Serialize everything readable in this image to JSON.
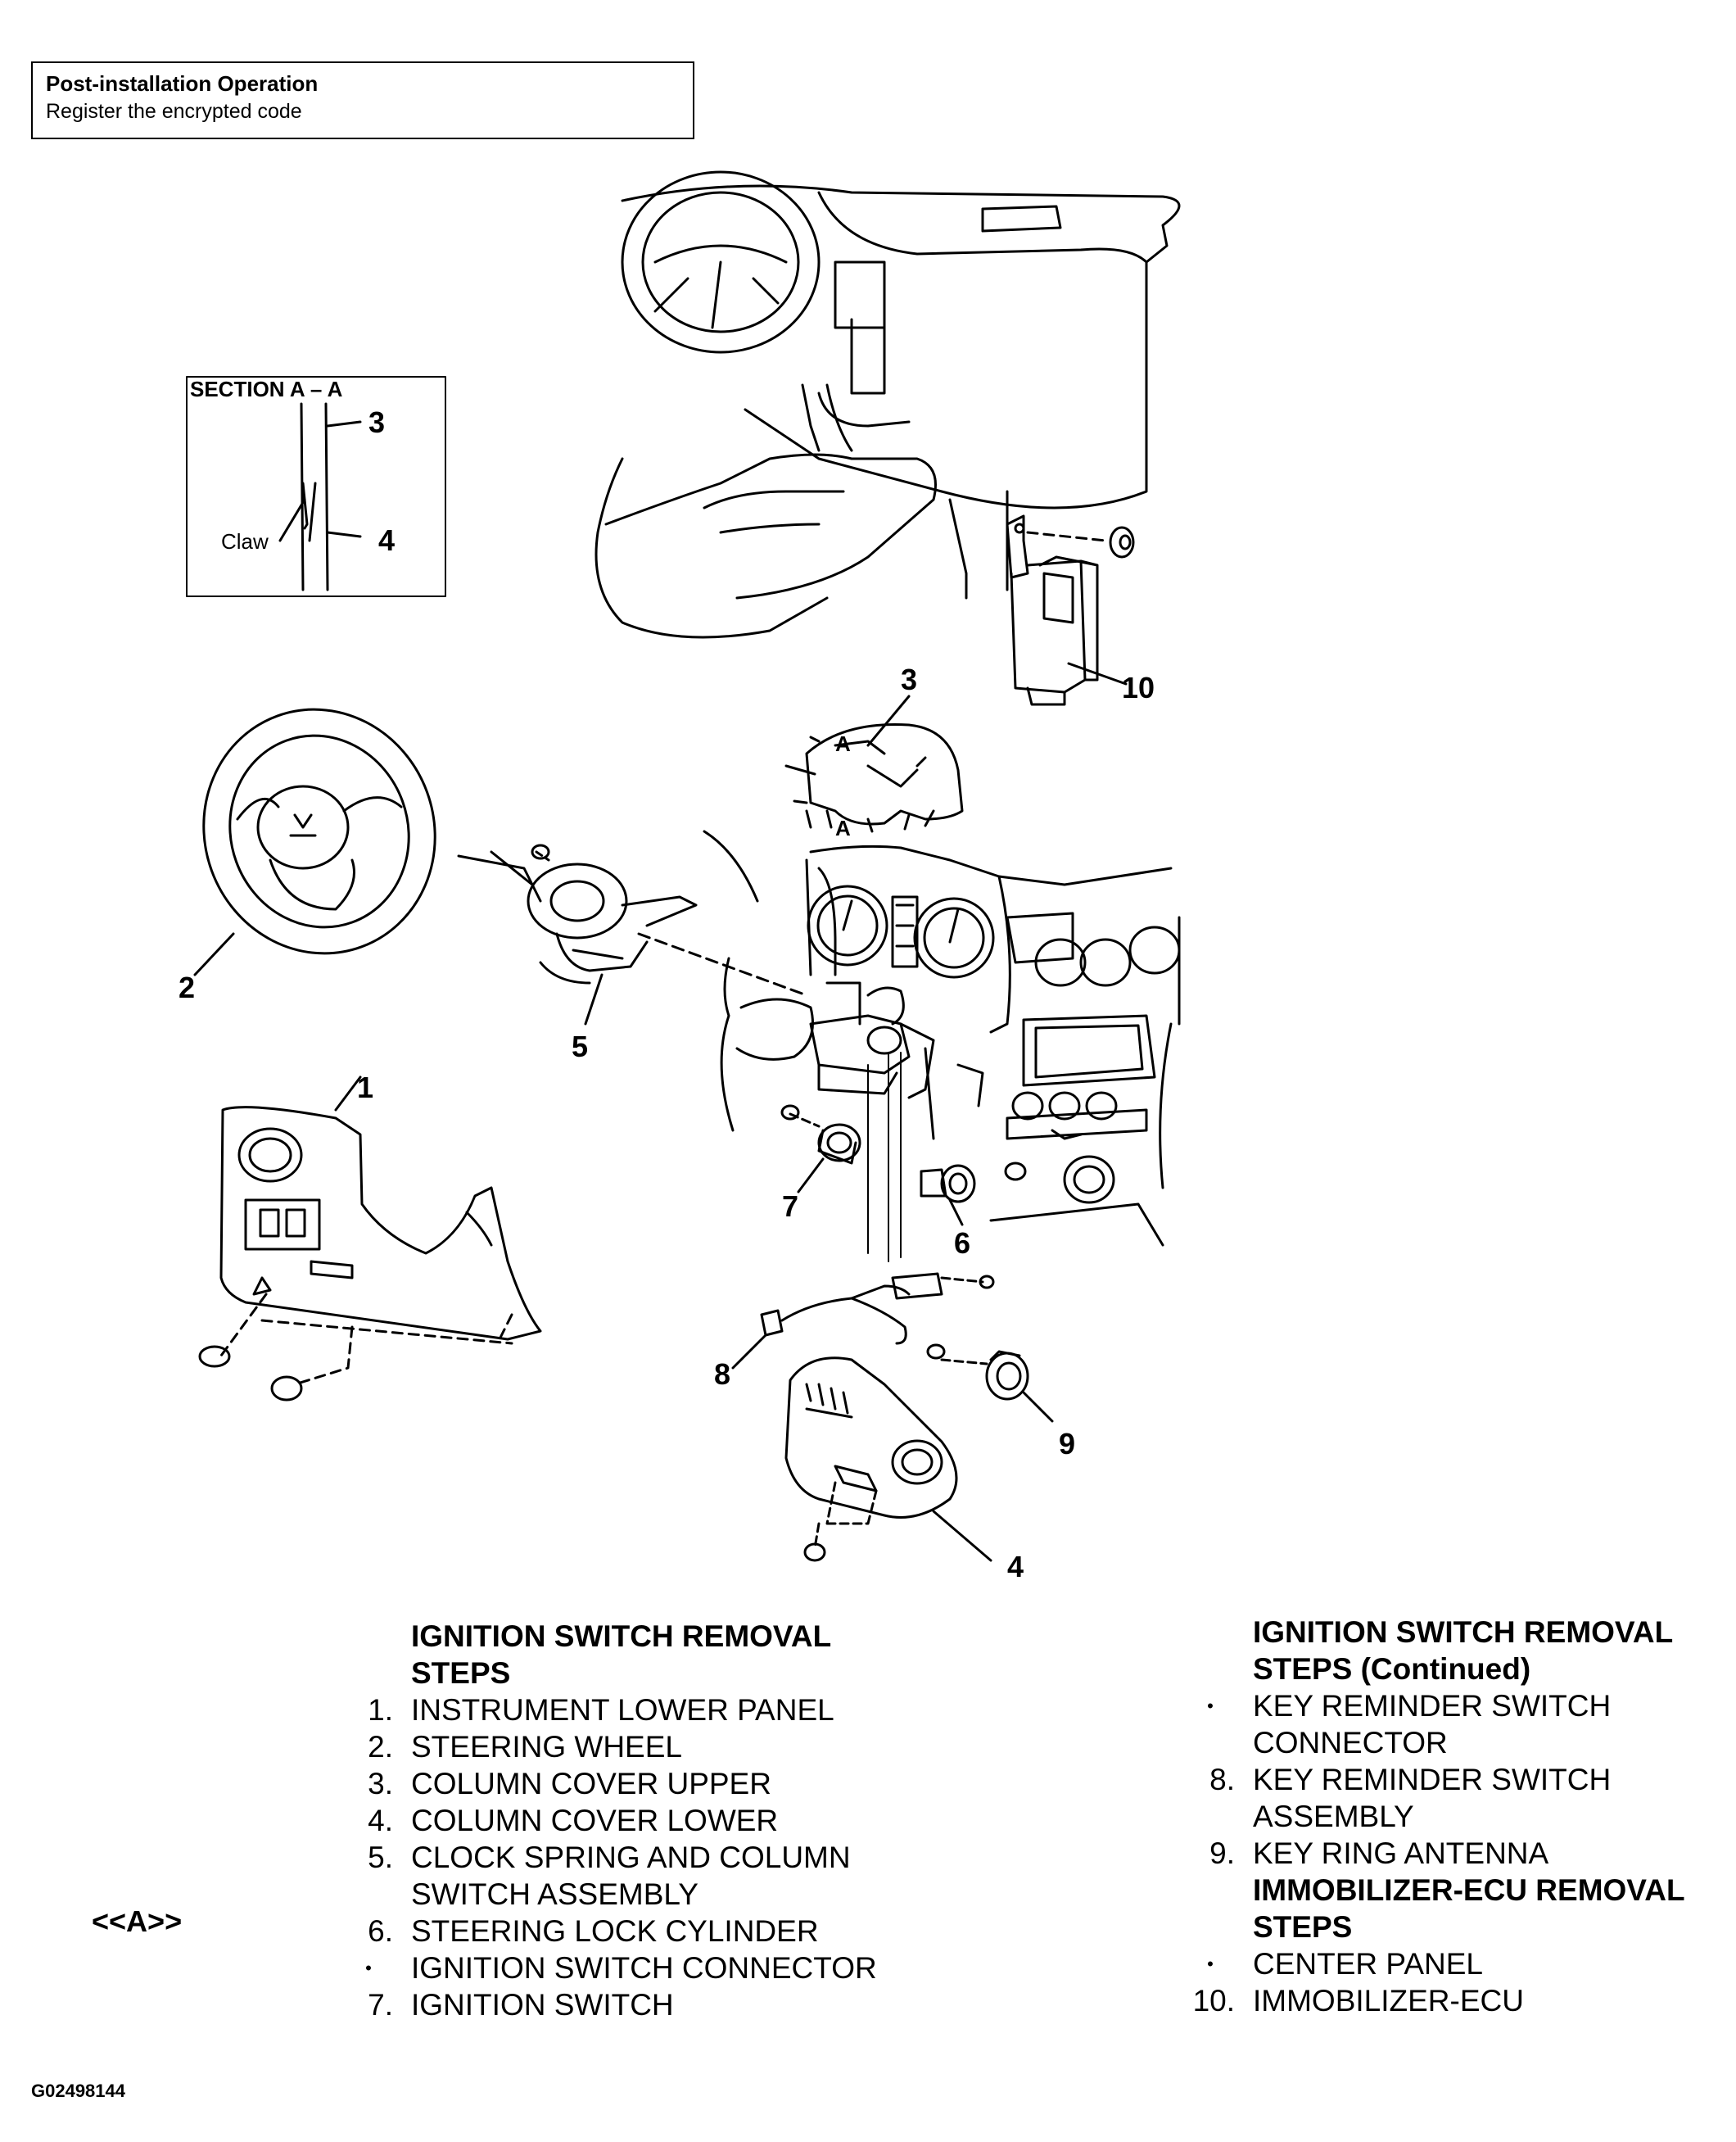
{
  "note": {
    "title": "Post-installation Operation",
    "subtitle": "Register the encrypted code"
  },
  "section": {
    "title": "SECTION A – A",
    "claw": "Claw",
    "num3": "3",
    "num4": "4"
  },
  "callouts": {
    "c1": "1",
    "c2": "2",
    "c3": "3",
    "c4": "4",
    "c5": "5",
    "c6": "6",
    "c7": "7",
    "c8": "8",
    "c9": "9",
    "c10": "10",
    "a": "A"
  },
  "left_list": {
    "heading1": "IGNITION SWITCH REMOVAL",
    "heading2": "STEPS",
    "items": [
      {
        "num": "1.",
        "text": "INSTRUMENT LOWER PANEL"
      },
      {
        "num": "2.",
        "text": "STEERING WHEEL"
      },
      {
        "num": "3.",
        "text": "COLUMN COVER UPPER"
      },
      {
        "num": "4.",
        "text": "COLUMN COVER LOWER"
      },
      {
        "num": "5.",
        "text": "CLOCK SPRING AND COLUMN"
      },
      {
        "num": "",
        "text": "SWITCH ASSEMBLY"
      },
      {
        "num": "6.",
        "text": "STEERING LOCK CYLINDER"
      },
      {
        "num": "•",
        "text": "IGNITION SWITCH CONNECTOR"
      },
      {
        "num": "7.",
        "text": "IGNITION SWITCH"
      }
    ]
  },
  "right_list": {
    "heading1": "IGNITION SWITCH REMOVAL",
    "heading2": "STEPS (Continued)",
    "items": [
      {
        "num": "•",
        "text": "KEY REMINDER SWITCH"
      },
      {
        "num": "",
        "text": "CONNECTOR"
      },
      {
        "num": "8.",
        "text": "KEY REMINDER SWITCH"
      },
      {
        "num": "",
        "text": "ASSEMBLY"
      },
      {
        "num": "9.",
        "text": "KEY RING ANTENNA"
      }
    ],
    "heading3": "IMMOBILIZER-ECU REMOVAL",
    "heading4": "STEPS",
    "items2": [
      {
        "num": "•",
        "text": "CENTER PANEL"
      },
      {
        "num": "10.",
        "text": "IMMOBILIZER-ECU"
      }
    ]
  },
  "tag": "<<A>>",
  "figure_id": "G02498144"
}
